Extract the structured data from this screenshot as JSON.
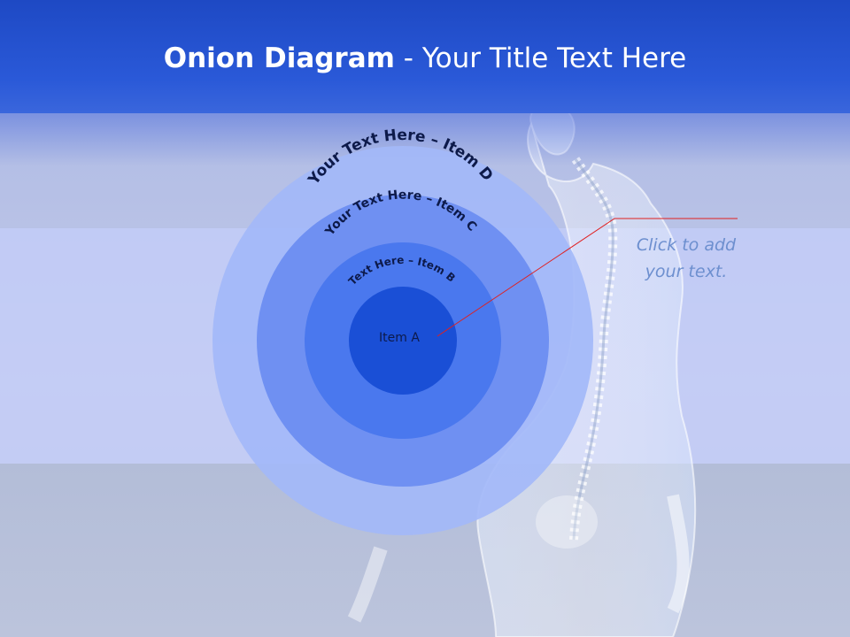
{
  "title": {
    "bold": "Onion Diagram",
    "rest": " - Your Title Text Here"
  },
  "diagram": {
    "rings": [
      {
        "label": "Item A",
        "color": "#1a4fd6"
      },
      {
        "label": "Text Here – Item B",
        "color": "#4a78ee"
      },
      {
        "label": "Your Text Here – Item C",
        "color": "#6f90f2"
      },
      {
        "label": "Your Text Here – Item D",
        "color": "#a3b9f8"
      }
    ],
    "connector_color": "#e02020"
  },
  "callout": {
    "line1": "Click  to add",
    "line2": "your text."
  }
}
